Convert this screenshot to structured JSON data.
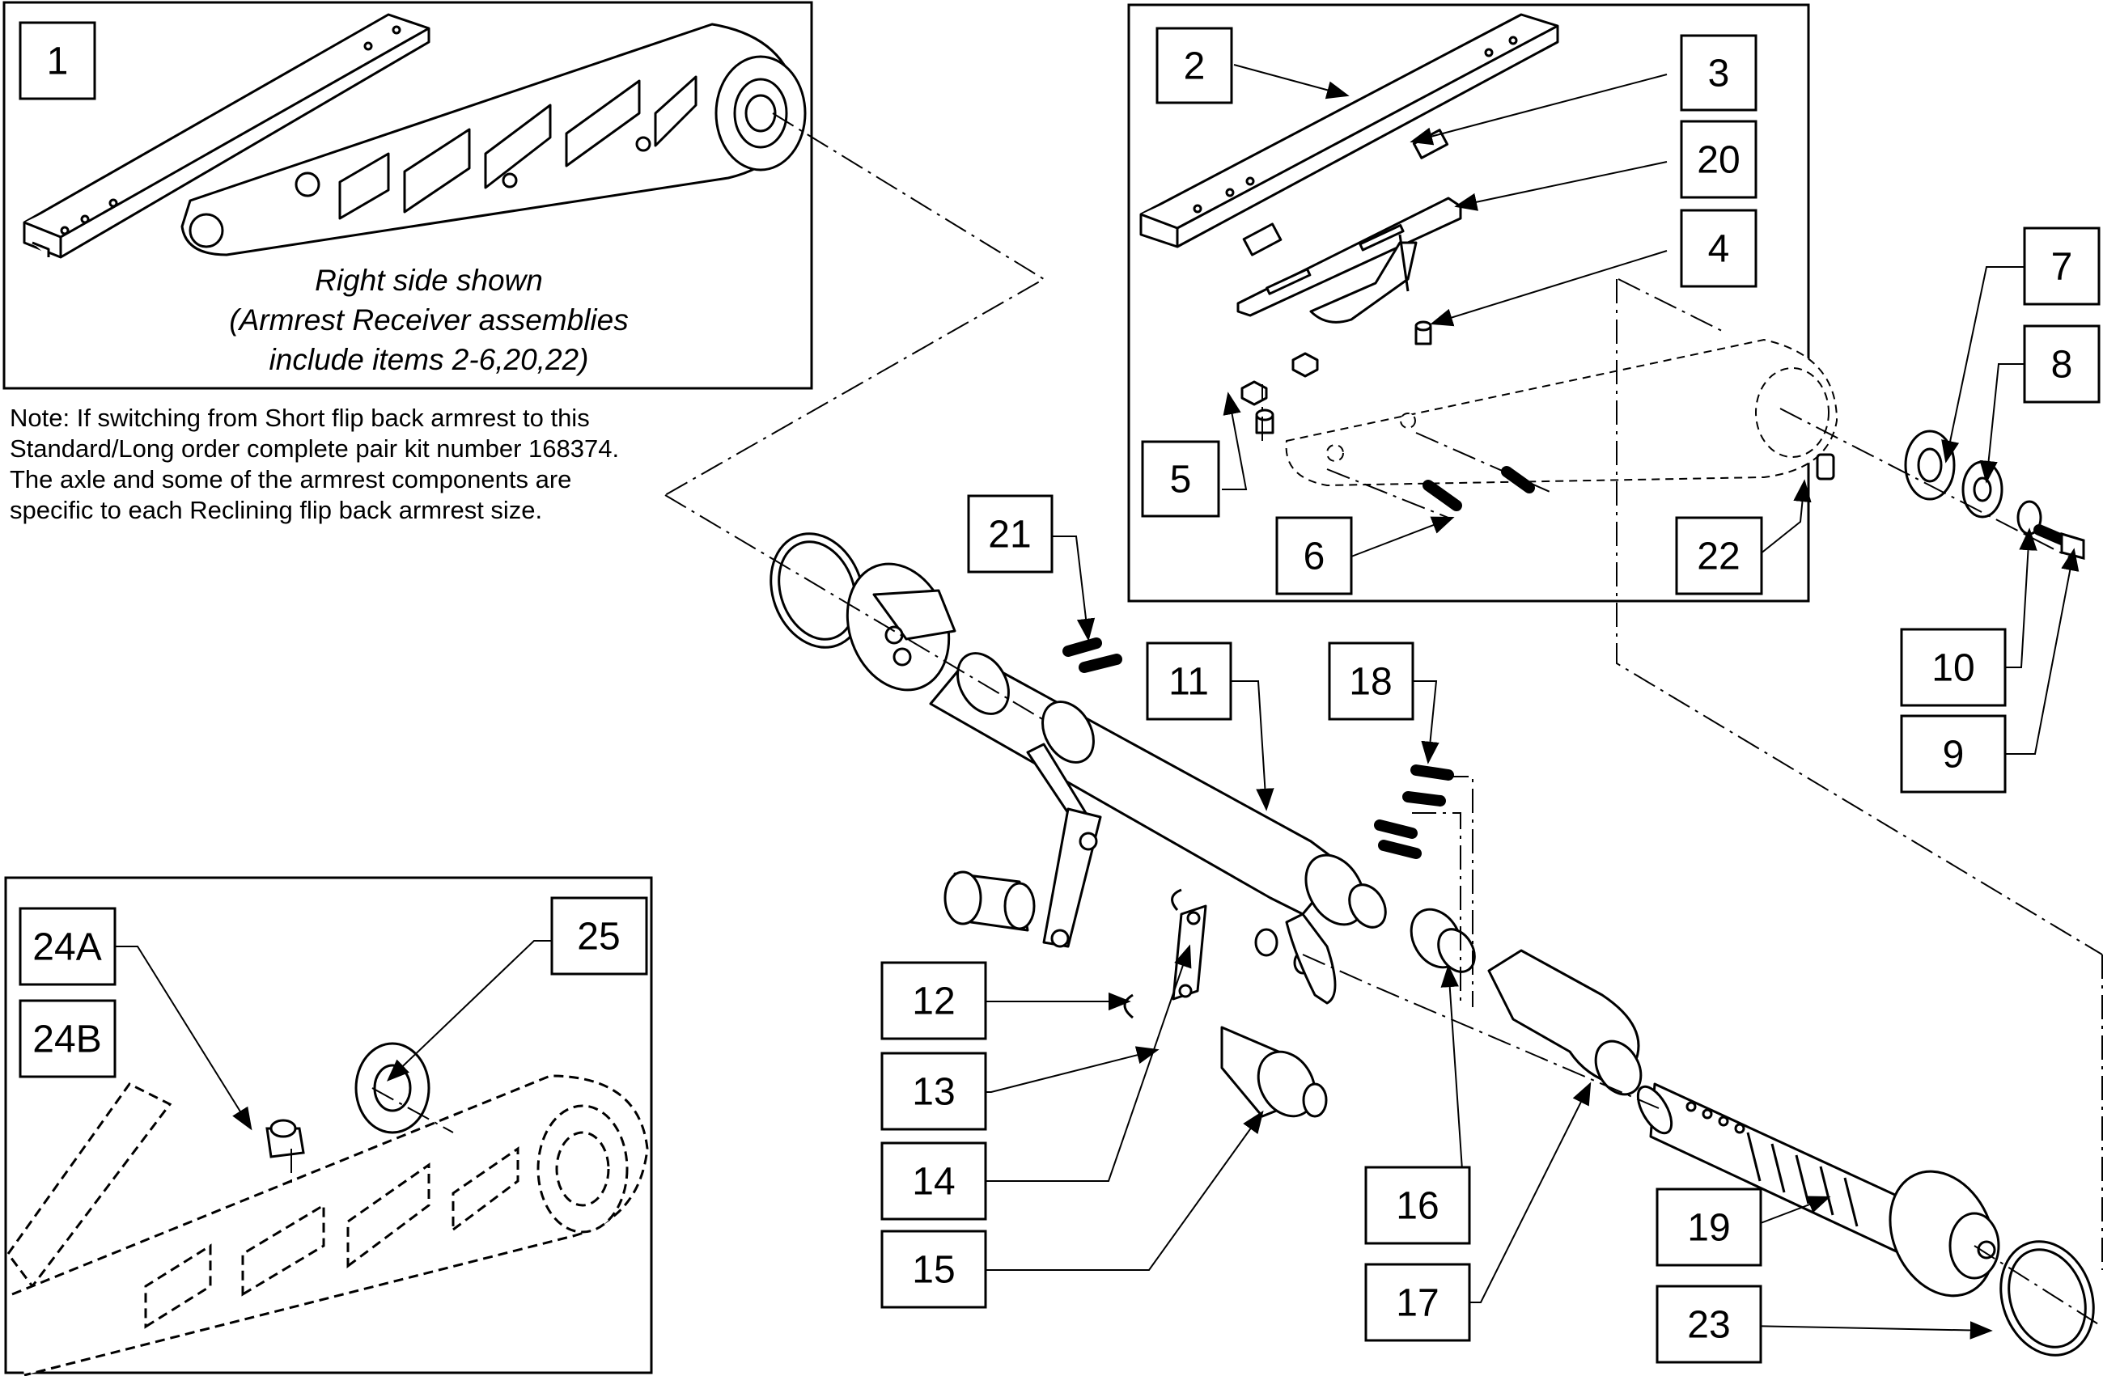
{
  "insets": {
    "inset1": {
      "caption_lines": [
        "Right side shown",
        "(Armrest Receiver assemblies",
        "include items 2-6,20,22)"
      ]
    }
  },
  "note_lines": [
    "Note: If switching from Short flip back armrest to this",
    "Standard/Long order complete pair kit number 168374.",
    "The axle and some of the armrest components are",
    "specific to each Reclining flip back armrest size."
  ],
  "callouts": [
    "1",
    "2",
    "3",
    "20",
    "4",
    "7",
    "8",
    "5",
    "6",
    "22",
    "10",
    "9",
    "21",
    "11",
    "18",
    "12",
    "13",
    "14",
    "15",
    "16",
    "17",
    "19",
    "23",
    "24A",
    "24B",
    "25"
  ],
  "colors": {
    "line": "#000000",
    "background": "#ffffff",
    "part_fill": "#ffffff"
  }
}
